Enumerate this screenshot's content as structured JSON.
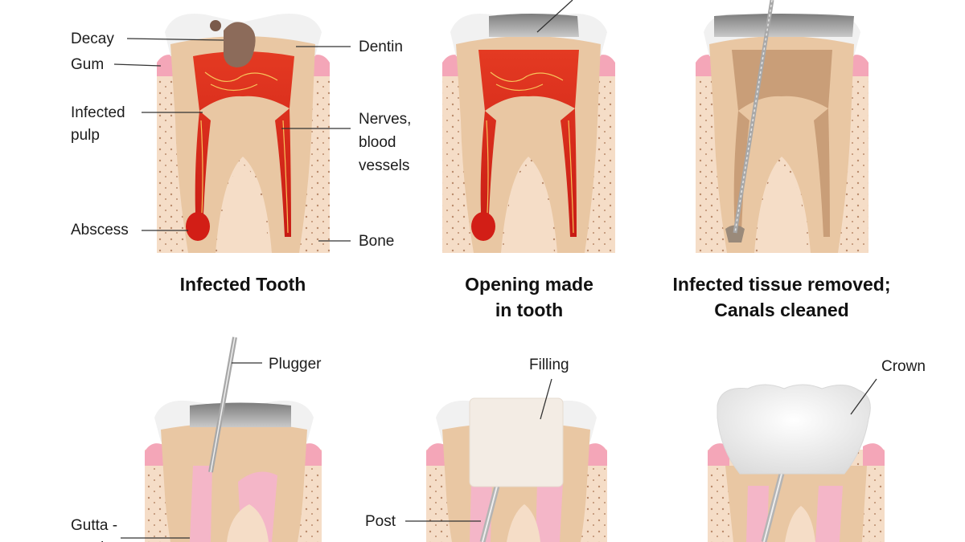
{
  "panels": [
    {
      "caption": [
        "Infected Tooth"
      ]
    },
    {
      "caption": [
        "Opening made",
        "in tooth"
      ]
    },
    {
      "caption": [
        "Infected tissue removed;",
        "Canals cleaned"
      ]
    },
    {
      "caption": []
    },
    {
      "caption": []
    },
    {
      "caption": []
    }
  ],
  "labels": {
    "decay": "Decay",
    "gum": "Gum",
    "infected_pulp": [
      "Infected",
      "pulp"
    ],
    "abscess": "Abscess",
    "dentin": "Dentin",
    "nerves": [
      "Nerves,",
      "blood",
      "vessels"
    ],
    "bone": "Bone",
    "plugger": "Plugger",
    "gutta": [
      "Gutta -",
      "percha"
    ],
    "filling": "Filling",
    "post": "Post",
    "crown": "Crown"
  },
  "colors": {
    "bone": "#f5ddc7",
    "bone_dots": "#b98b6c",
    "gum": "#f4a6b8",
    "enamel": "#f1f1f1",
    "dentin": "#e9c7a3",
    "pulp_infected": "#d8261c",
    "pulp_cleaned": "#c99e78",
    "gutta_percha": "#f4b6c8",
    "metal": "#9c9c9c",
    "filling": "#f3ece4",
    "crown": "#f6f6f6"
  }
}
